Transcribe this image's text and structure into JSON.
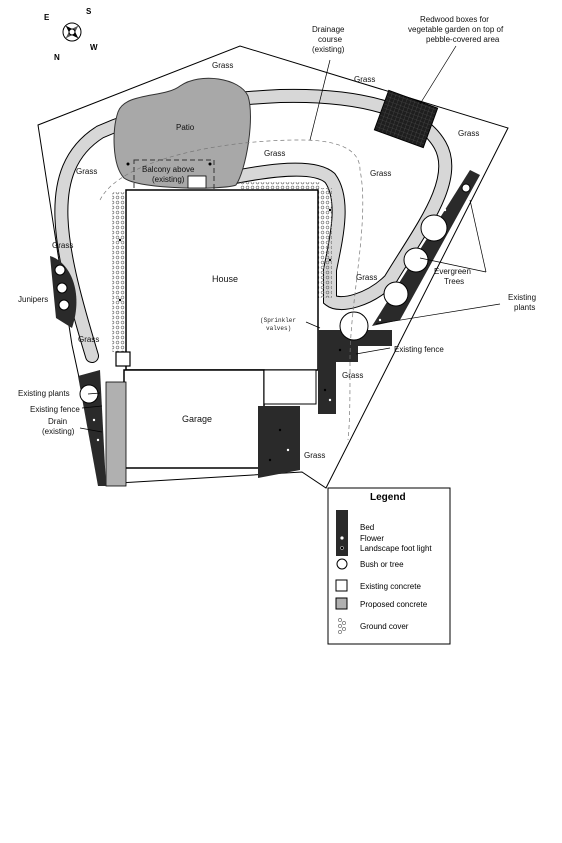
{
  "compass": {
    "s": "S",
    "w": "W",
    "n": "N",
    "e": "E"
  },
  "labels": {
    "grass": "Grass",
    "patio": "Patio",
    "balcony_line1": "Balcony above",
    "balcony_line2": "(existing)",
    "house": "House",
    "garage": "Garage",
    "junipers": "Junipers",
    "drainage_line1": "Drainage",
    "drainage_line2": "course",
    "drainage_line3": "(existing)",
    "redwood_line1": "Redwood boxes for",
    "redwood_line2": "vegetable garden on top of",
    "redwood_line3": "pebble-covered area",
    "evergreen_line1": "Evergreen",
    "evergreen_line2": "Trees",
    "existing_plants_right_line1": "Existing",
    "existing_plants_right_line2": "plants",
    "existing_fence": "Existing fence",
    "sprinkler_line1": "(Sprinkler",
    "sprinkler_line2": "valves)",
    "existing_plants_left": "Existing plants",
    "existing_fence_left": "Existing fence",
    "drain_line1": "Drain",
    "drain_line2": "(existing)"
  },
  "legend": {
    "title": "Legend",
    "items": [
      {
        "key": "bed",
        "label": "Bed"
      },
      {
        "key": "flower",
        "label": "Flower"
      },
      {
        "key": "light",
        "label": "Landscape foot light"
      },
      {
        "key": "bush",
        "label": "Bush or tree"
      },
      {
        "key": "existing_concrete",
        "label": "Existing concrete"
      },
      {
        "key": "proposed_concrete",
        "label": "Proposed concrete"
      },
      {
        "key": "ground_cover",
        "label": "Ground cover"
      }
    ]
  },
  "colors": {
    "bed": "#3a3a3a",
    "path": "#d7d7d7",
    "patio": "#a8a8a8",
    "proposed_concrete": "#b0b0b0",
    "existing_concrete": "#ffffff",
    "line": "#000000"
  }
}
